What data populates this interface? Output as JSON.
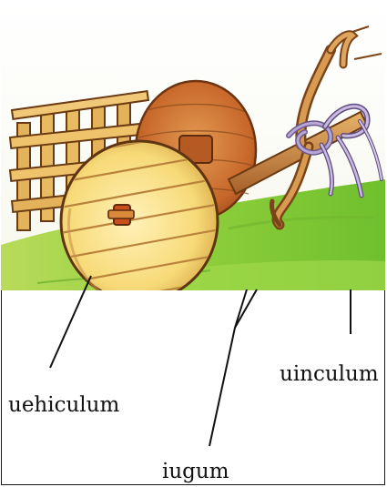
{
  "labels": {
    "uehiculum": "uehiculum",
    "iugum": "iugum",
    "uinculum": "uinculum"
  }
}
